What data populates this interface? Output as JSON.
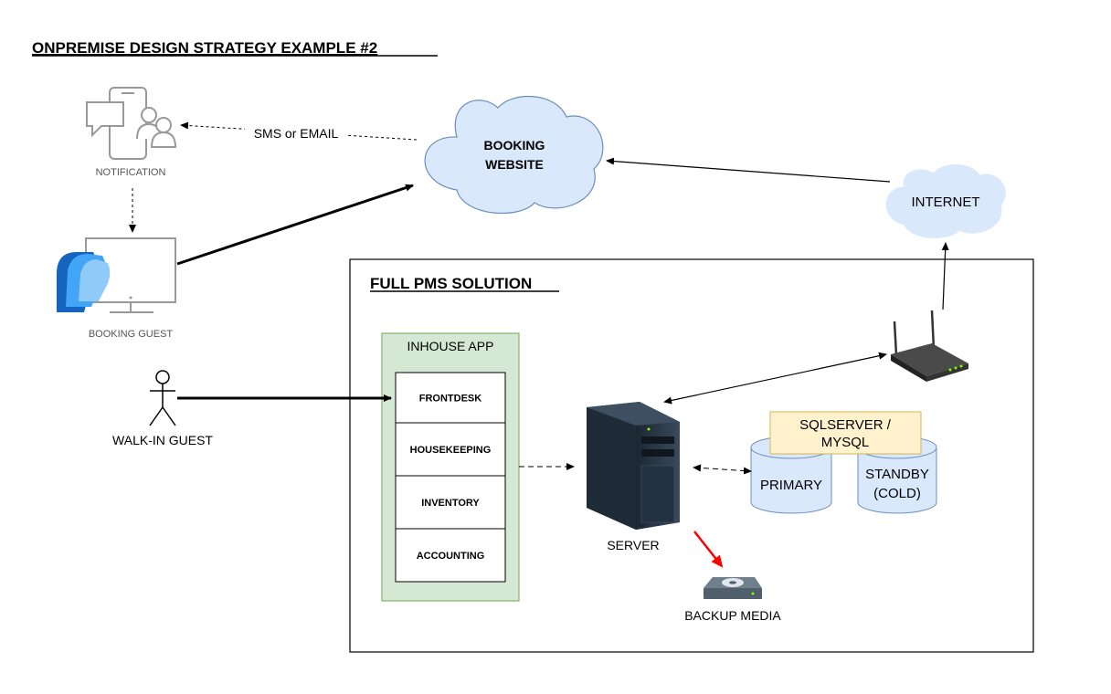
{
  "title": "ONPREMISE DESIGN STRATEGY EXAMPLE #2",
  "nodes": {
    "notification": "NOTIFICATION",
    "booking_guest": "BOOKING GUEST",
    "walkin_guest": "WALK-IN GUEST",
    "booking_website_line1": "BOOKING",
    "booking_website_line2": "WEBSITE",
    "internet": "INTERNET",
    "server": "SERVER",
    "backup_media": "BACKUP MEDIA",
    "db_engine_line1": "SQLSERVER /",
    "db_engine_line2": "MYSQL",
    "db_primary": "PRIMARY",
    "db_standby_line1": "STANDBY",
    "db_standby_line2": "(COLD)"
  },
  "edges": {
    "sms_email": "SMS or EMAIL"
  },
  "pms": {
    "title": "FULL PMS SOLUTION",
    "inhouse_app": {
      "title": "INHOUSE APP",
      "modules": [
        "FRONTDESK",
        "HOUSEKEEPING",
        "INVENTORY",
        "ACCOUNTING"
      ]
    }
  },
  "colors": {
    "cloud_fill": "#dae8fc",
    "cloud_stroke": "#6c8ebf",
    "app_fill": "#d5e8d4",
    "app_stroke": "#82b366",
    "db_label_fill": "#fff2cc",
    "db_label_stroke": "#d6b656",
    "backup_arrow": "#ff0000"
  }
}
